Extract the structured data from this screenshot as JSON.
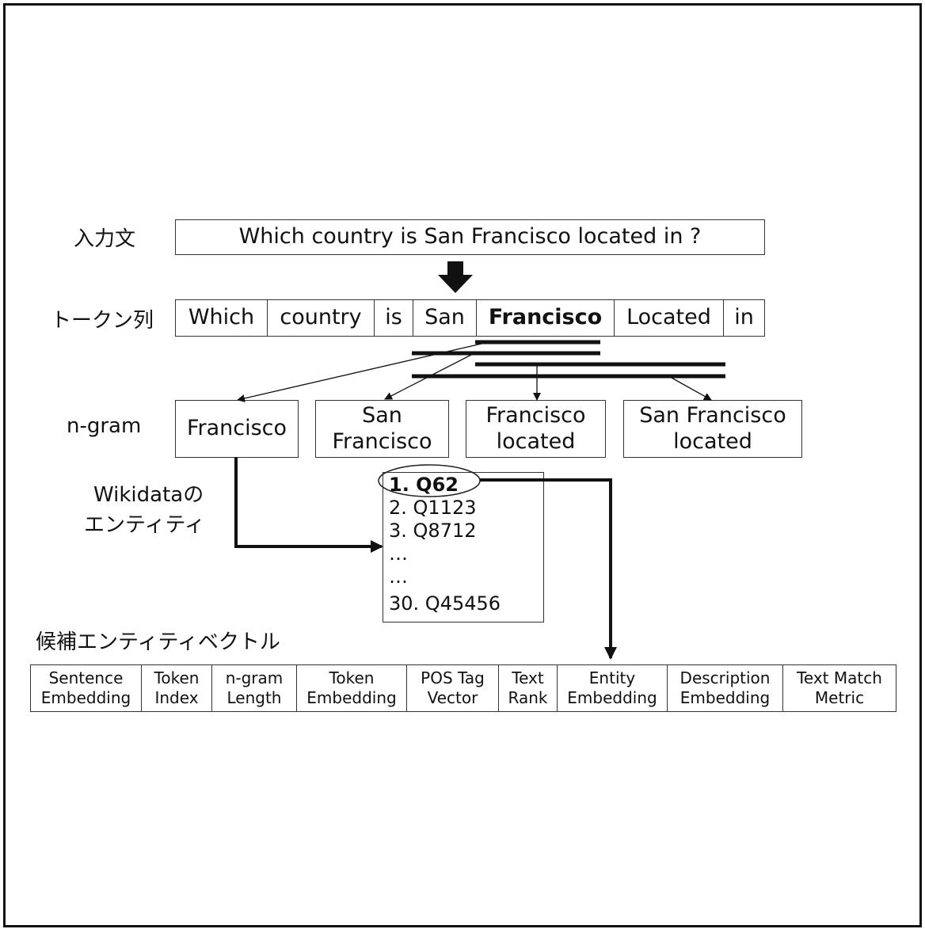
{
  "labels": {
    "input": "入力文",
    "tokens": "トークン列",
    "ngram": "n-gram",
    "wikidata_line1": "Wikidataの",
    "wikidata_line2": "エンティティ",
    "candidate": "候補エンティティベクトル"
  },
  "input_sentence": "Which country is San Francisco located in ?",
  "tokens": [
    "Which",
    "country",
    "is",
    "San",
    "Francisco",
    "Located",
    "in"
  ],
  "highlighted_token": "Francisco",
  "ngrams": [
    {
      "line1": "Francisco",
      "line2": ""
    },
    {
      "line1": "San",
      "line2": "Francisco"
    },
    {
      "line1": "Francisco",
      "line2": "located"
    },
    {
      "line1": "San Francisco",
      "line2": "located"
    }
  ],
  "entities": [
    "1. Q62",
    "2. Q1123",
    "3. Q8712",
    "…",
    "…",
    "30. Q45456"
  ],
  "features": [
    {
      "l1": "Sentence",
      "l2": "Embedding"
    },
    {
      "l1": "Token",
      "l2": "Index"
    },
    {
      "l1": "n-gram",
      "l2": "Length"
    },
    {
      "l1": "Token",
      "l2": "Embedding"
    },
    {
      "l1": "POS Tag",
      "l2": "Vector"
    },
    {
      "l1": "Text",
      "l2": "Rank"
    },
    {
      "l1": "Entity",
      "l2": "Embedding"
    },
    {
      "l1": "Description",
      "l2": "Embedding"
    },
    {
      "l1": "Text Match",
      "l2": "Metric"
    }
  ]
}
